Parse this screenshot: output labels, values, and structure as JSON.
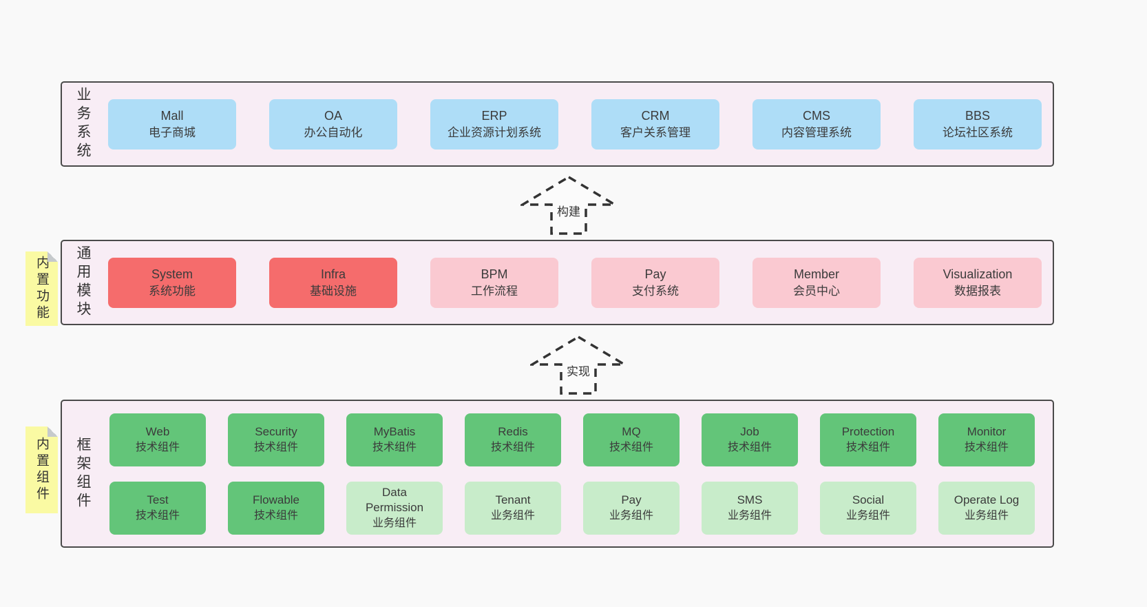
{
  "colors": {
    "page_bg": "#f9f9f9",
    "layer_bg": "#f8edf5",
    "layer_border": "#4a4a4a",
    "box_blue": "#aeddf7",
    "box_red": "#f56c6c",
    "box_pink": "#fac9d1",
    "box_green": "#63c579",
    "box_lightgreen": "#c8ecca",
    "sticky_yellow": "#fafaa3"
  },
  "arrows": [
    {
      "label": "构建"
    },
    {
      "label": "实现"
    }
  ],
  "layers": {
    "business": {
      "label": "业务系统",
      "boxes": [
        {
          "name": "Mall",
          "desc": "电子商城",
          "color": "blue"
        },
        {
          "name": "OA",
          "desc": "办公自动化",
          "color": "blue"
        },
        {
          "name": "ERP",
          "desc": "企业资源计划系统",
          "color": "blue"
        },
        {
          "name": "CRM",
          "desc": "客户关系管理",
          "color": "blue"
        },
        {
          "name": "CMS",
          "desc": "内容管理系统",
          "color": "blue"
        },
        {
          "name": "BBS",
          "desc": "论坛社区系统",
          "color": "blue"
        }
      ]
    },
    "modules": {
      "label": "通用模块",
      "sticky": "内置功能",
      "boxes": [
        {
          "name": "System",
          "desc": "系统功能",
          "color": "red"
        },
        {
          "name": "Infra",
          "desc": "基础设施",
          "color": "red"
        },
        {
          "name": "BPM",
          "desc": "工作流程",
          "color": "pink"
        },
        {
          "name": "Pay",
          "desc": "支付系统",
          "color": "pink"
        },
        {
          "name": "Member",
          "desc": "会员中心",
          "color": "pink"
        },
        {
          "name": "Visualization",
          "desc": "数据报表",
          "color": "pink"
        }
      ]
    },
    "components": {
      "label": "框架组件",
      "sticky": "内置组件",
      "row1": [
        {
          "name": "Web",
          "desc": "技术组件",
          "color": "green"
        },
        {
          "name": "Security",
          "desc": "技术组件",
          "color": "green"
        },
        {
          "name": "MyBatis",
          "desc": "技术组件",
          "color": "green"
        },
        {
          "name": "Redis",
          "desc": "技术组件",
          "color": "green"
        },
        {
          "name": "MQ",
          "desc": "技术组件",
          "color": "green"
        },
        {
          "name": "Job",
          "desc": "技术组件",
          "color": "green"
        },
        {
          "name": "Protection",
          "desc": "技术组件",
          "color": "green"
        },
        {
          "name": "Monitor",
          "desc": "技术组件",
          "color": "green"
        }
      ],
      "row2": [
        {
          "name": "Test",
          "desc": "技术组件",
          "color": "green"
        },
        {
          "name": "Flowable",
          "desc": "技术组件",
          "color": "green"
        },
        {
          "name": "Data Permission",
          "desc": "业务组件",
          "color": "lightgreen"
        },
        {
          "name": "Tenant",
          "desc": "业务组件",
          "color": "lightgreen"
        },
        {
          "name": "Pay",
          "desc": "业务组件",
          "color": "lightgreen"
        },
        {
          "name": "SMS",
          "desc": "业务组件",
          "color": "lightgreen"
        },
        {
          "name": "Social",
          "desc": "业务组件",
          "color": "lightgreen"
        },
        {
          "name": "Operate Log",
          "desc": "业务组件",
          "color": "lightgreen"
        }
      ]
    }
  }
}
